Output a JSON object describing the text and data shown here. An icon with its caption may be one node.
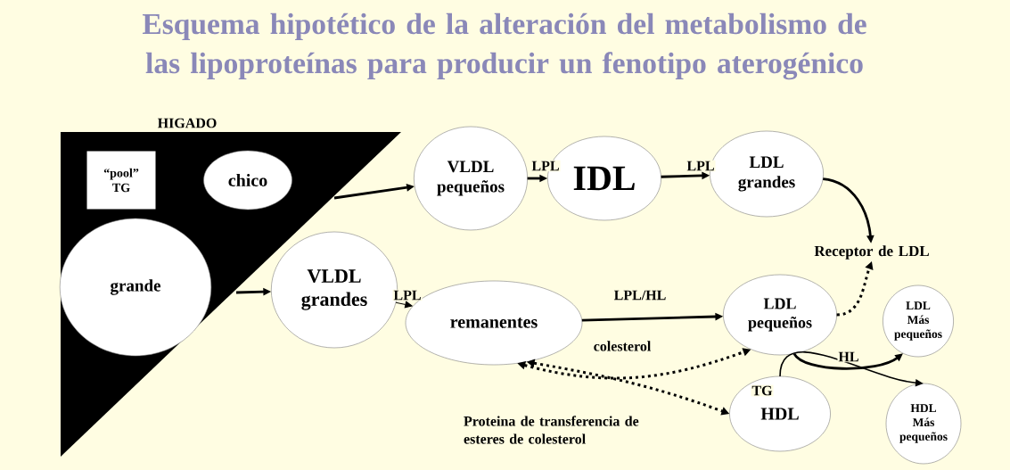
{
  "diagram": {
    "title": "Esquema hipotético de la alteración del metabolismo de las lipoproteínas para producir un fenotipo aterogénico",
    "nodes": [
      {
        "text": [
          "HIGADO"
        ]
      },
      {
        "text": [
          "“pool” TG"
        ],
        "in": 0
      },
      {
        "text": [
          "chico"
        ],
        "in": 0
      },
      {
        "text": [
          "grande"
        ],
        "in": 0
      },
      {
        "text": [
          "VLDL pequeños"
        ]
      },
      {
        "text": [
          "IDL"
        ]
      },
      {
        "text": [
          "LDL grandes"
        ]
      },
      {
        "text": [
          "Receptor de LDL"
        ]
      },
      {
        "text": [
          "VLDL grandes"
        ]
      },
      {
        "text": [
          "remanentes"
        ]
      },
      {
        "text": [
          "LDL pequeños"
        ]
      },
      {
        "text": [
          "LDL Más pequeños"
        ]
      },
      {
        "text": [
          "HDL"
        ]
      },
      {
        "text": [
          "HDL Más pequeños"
        ]
      }
    ],
    "edges": [
      {
        "from": 0,
        "to": 4,
        "arrow": "to"
      },
      {
        "from": 4,
        "to": 5,
        "arrow": "to",
        "label": "LPL"
      },
      {
        "from": 5,
        "to": 6,
        "arrow": "to",
        "label": "LPL"
      },
      {
        "from": 6,
        "to": 7,
        "arrow": "to"
      },
      {
        "from": 0,
        "to": 8,
        "arrow": "to"
      },
      {
        "from": 8,
        "to": 9,
        "arrow": "to",
        "label": "LPL"
      },
      {
        "from": 9,
        "to": 10,
        "arrow": "to",
        "label": "LPL/HL"
      },
      {
        "from": 10,
        "to": 7,
        "arrow": "to",
        "style": "dashed"
      },
      {
        "from": 9,
        "to": 10,
        "arrow": "both",
        "label": "colesterol",
        "style": "dashed"
      },
      {
        "from": 9,
        "to": 12,
        "arrow": "both",
        "label": "TG",
        "style": "dashed"
      },
      {
        "from": 10,
        "to": 11,
        "arrow": "to",
        "label": "HL"
      },
      {
        "from": 12,
        "to": 13,
        "arrow": "to"
      }
    ],
    "labels": [
      "Proteina de transferencia de esteres de colesterol"
    ]
  }
}
